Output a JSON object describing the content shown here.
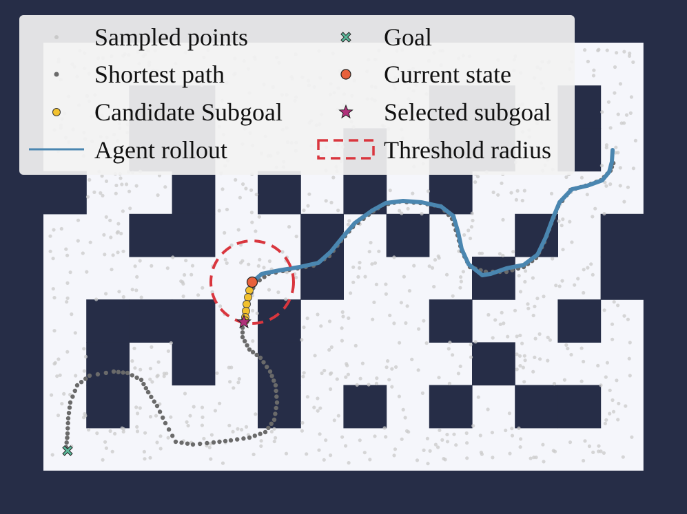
{
  "colors": {
    "background": "#262d47",
    "maze_wall": "#262d47",
    "maze_floor": "#f5f6fb",
    "sampled_points": "#c9c9c9",
    "shortest_path": "#6a6a6a",
    "candidate_subgoal": "#f2c12e",
    "agent_rollout": "#4a86b0",
    "goal": "#5bb89a",
    "current_state": "#e8613c",
    "selected_subgoal": "#b0307a",
    "threshold_radius": "#d9363e",
    "legend_bg": "#f2f2f2"
  },
  "legend": {
    "sampled_points": "Sampled points",
    "shortest_path": "Shortest path",
    "candidate_subgoal": "Candidate Subgoal",
    "agent_rollout": "Agent rollout",
    "goal": "Goal",
    "current_state": "Current state",
    "selected_subgoal": "Selected subgoal",
    "threshold_radius": "Threshold radius"
  },
  "icons": {
    "goal": "x-marker-icon",
    "current_state": "circle-marker-icon",
    "selected_subgoal": "star-marker-icon"
  }
}
